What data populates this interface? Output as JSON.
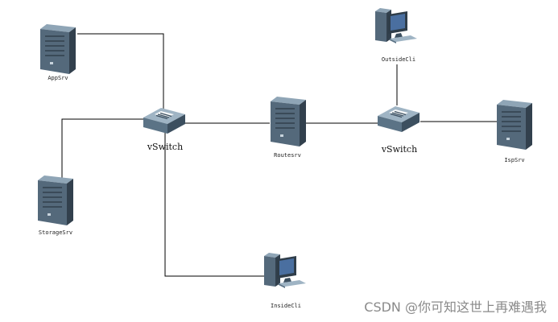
{
  "nodes": {
    "appsrv": {
      "label": "AppSrv",
      "icon": "server-tower-icon"
    },
    "storagesrv": {
      "label": "StorageSrv",
      "icon": "server-tower-icon"
    },
    "vswitch_left": {
      "label": "vSwitch",
      "icon": "switch-icon"
    },
    "routesrv": {
      "label": "Routesrv",
      "icon": "server-tower-icon"
    },
    "vswitch_right": {
      "label": "vSwitch",
      "icon": "switch-icon"
    },
    "ispsrv": {
      "label": "IspSrv",
      "icon": "server-tower-icon"
    },
    "outsidecli": {
      "label": "OutsideCli",
      "icon": "workstation-icon"
    },
    "insidecli": {
      "label": "InsideCli",
      "icon": "workstation-icon"
    }
  },
  "connections": [
    {
      "from": "appsrv",
      "to": "vswitch_left"
    },
    {
      "from": "storagesrv",
      "to": "vswitch_left"
    },
    {
      "from": "insidecli",
      "to": "vswitch_left"
    },
    {
      "from": "vswitch_left",
      "to": "routesrv"
    },
    {
      "from": "routesrv",
      "to": "vswitch_right"
    },
    {
      "from": "vswitch_right",
      "to": "ispsrv"
    },
    {
      "from": "outsidecli",
      "to": "vswitch_right"
    }
  ],
  "colors": {
    "line": "#000000",
    "device_dark": "#3c4f5f",
    "device_mid": "#5b7386",
    "device_light": "#9fb4c4",
    "screen": "#4a6fa0",
    "watermark": "#8a8a8a"
  },
  "watermark": "CSDN @你可知这世上再难遇我"
}
